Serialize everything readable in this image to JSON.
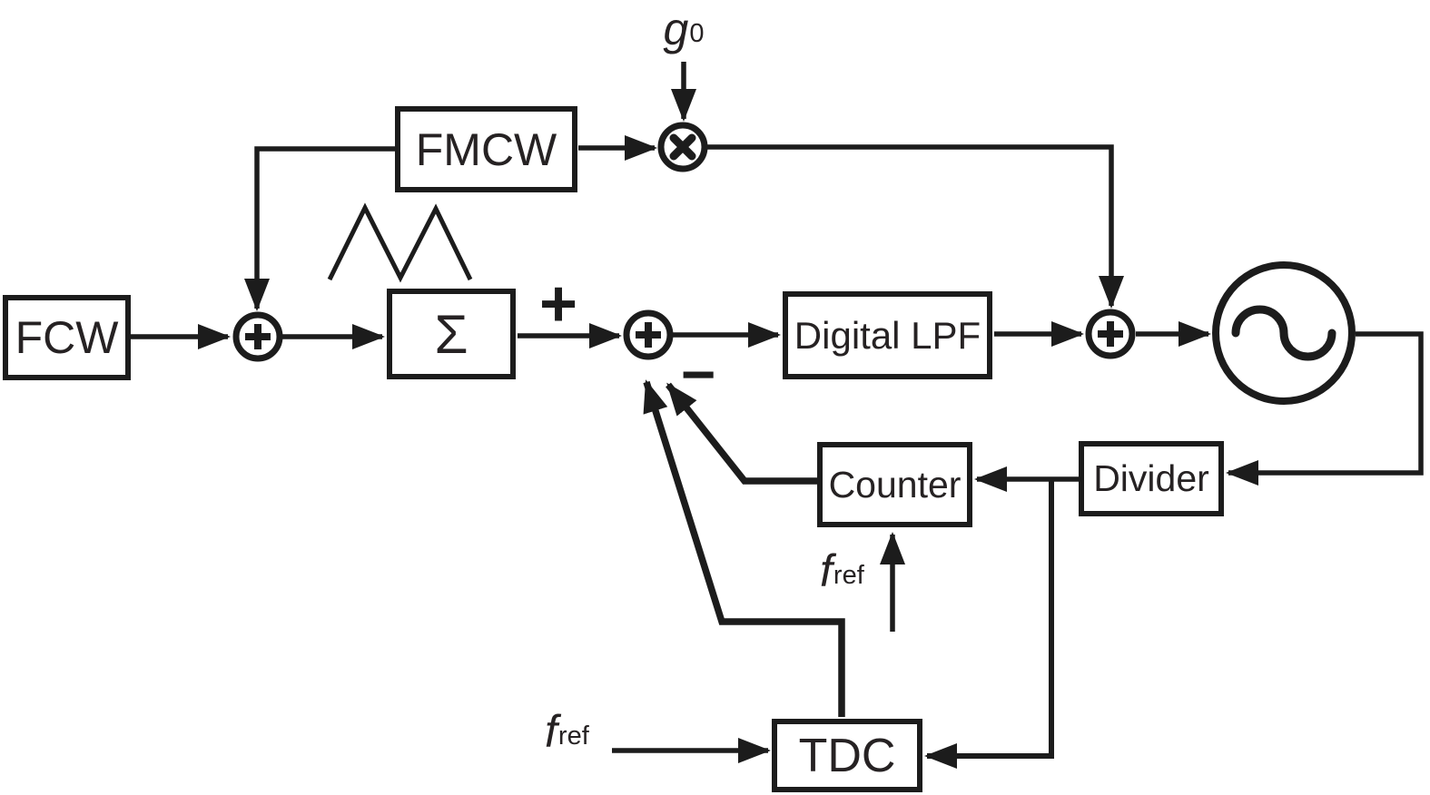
{
  "diagram": {
    "title": "FMCW PLL two-point modulation block diagram",
    "colors": {
      "ink": "#1c1c1c",
      "text": "#262223",
      "background": "#ffffff"
    },
    "blocks": {
      "fcw": {
        "label": "FCW"
      },
      "fmcw": {
        "label": "FMCW"
      },
      "sigma": {
        "label": "Σ"
      },
      "digital_lpf": {
        "label": "Digital LPF"
      },
      "counter": {
        "label": "Counter"
      },
      "divider": {
        "label": "Divider"
      },
      "tdc": {
        "label": "TDC"
      }
    },
    "nodes": {
      "adder1": {
        "symbol": "+",
        "shape": "circle"
      },
      "adder2": {
        "symbol": "+",
        "shape": "circle",
        "plus_input": "+",
        "minus_input": "−"
      },
      "adder3": {
        "symbol": "+",
        "shape": "circle"
      },
      "multiplier": {
        "symbol": "×",
        "shape": "circle"
      },
      "oscillator": {
        "symbol": "sine-wave",
        "shape": "circle"
      }
    },
    "labels": {
      "g0": {
        "base": "g",
        "sub": "0"
      },
      "fref_counter": {
        "base": "f",
        "sub": "ref"
      },
      "fref_tdc": {
        "base": "f",
        "sub": "ref"
      },
      "plus_sign": "+",
      "minus_sign": "−"
    },
    "waveform": {
      "type": "triangle-chirp",
      "periods": 2
    }
  }
}
